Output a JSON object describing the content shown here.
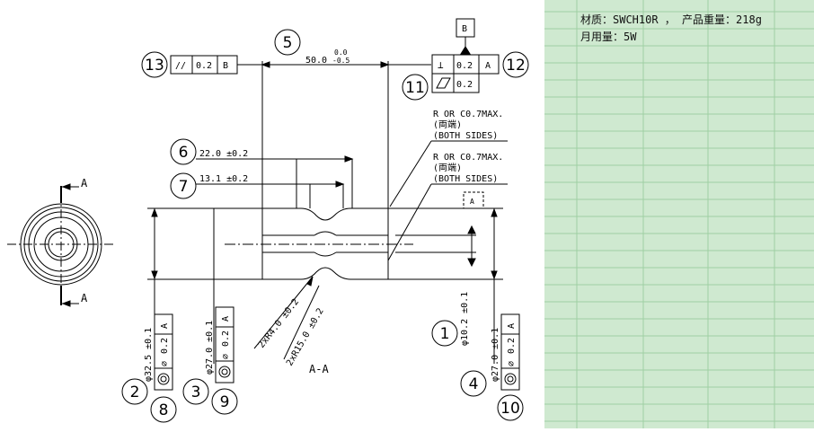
{
  "drawing": {
    "view_label": "A-A",
    "section_letter_top": "A",
    "section_letter_bottom": "A",
    "datum_b": "B",
    "datum_a": "A",
    "notes": {
      "note1_line1": "R OR C0.7MAX.",
      "note1_line2": "(両端)",
      "note1_line3": "(BOTH SIDES)",
      "note2_line1": "R OR C0.7MAX.",
      "note2_line2": "(両端)",
      "note2_line3": "(BOTH SIDES)"
    },
    "dimensions": {
      "length": "50.0",
      "length_tol_upper": "0.0",
      "length_tol_lower": "-0.5",
      "dim6": "22.0 ±0.2",
      "dim7": "13.1 ±0.2",
      "r4": "2xR4.0 ±0.2",
      "r15": "2xR15.0 ±0.2",
      "d1": "φ10.2 ±0.1",
      "d2": "φ32.5 ±0.1",
      "d3": "φ27.0 ±0.1",
      "d4": "φ27.0 ±0.1"
    },
    "fcf": {
      "parallel_symbol": "//",
      "parallel_value": "0.2",
      "parallel_datum": "B",
      "perp_symbol": "⊥",
      "perp_value": "0.2",
      "perp_datum": "A",
      "flat_value": "0.2",
      "pos_symbol": "⌀",
      "pos_value": "0.2",
      "pos_datum": "A"
    },
    "balloons": [
      "1",
      "2",
      "3",
      "4",
      "5",
      "6",
      "7",
      "8",
      "9",
      "10",
      "11",
      "12",
      "13"
    ]
  },
  "sheet": {
    "line1": "材质：SWCH10R ， 产品重量：218g",
    "line2": "月用量：5W"
  },
  "colors": {
    "sheet_bg": "#cfe9d0",
    "grid_line": "#9fcfa3",
    "ink": "#000000"
  }
}
